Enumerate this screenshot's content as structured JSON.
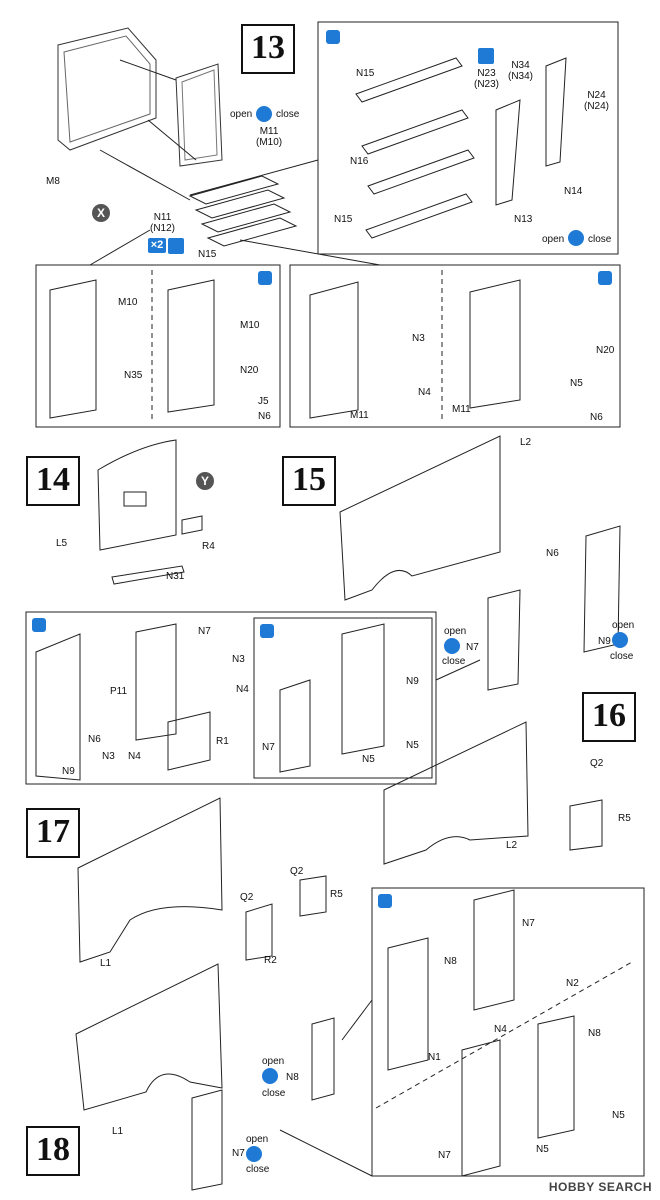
{
  "steps": {
    "s13": "13",
    "s14": "14",
    "s15": "15",
    "s16": "16",
    "s17": "17",
    "s18": "18"
  },
  "markers": {
    "x": "X",
    "y": "Y"
  },
  "labels": {
    "m8": "M8",
    "m11_m10": "M11\n(M10)",
    "n11_n12": "N11\n(N12)",
    "n15_a": "N15",
    "ins_n15_top": "N15",
    "ins_n16": "N16",
    "ins_n15_bot": "N15",
    "ins_n13": "N13",
    "ins_n14": "N14",
    "ins_n23": "N23\n(N23)",
    "ins_n34": "N34\n(N34)",
    "ins_n24": "N24\n(N24)",
    "a_m10": "M10",
    "a_n35": "N35",
    "b_m10": "M10",
    "b_n20": "N20",
    "b_j5": "J5",
    "b_n6": "N6",
    "c_n3": "N3",
    "c_n4": "N4",
    "c_m11": "M11",
    "d_n20": "N20",
    "d_n5": "N5",
    "d_m11": "M11",
    "d_n6": "N6",
    "l5": "L5",
    "r4": "R4",
    "n31": "N31",
    "l2": "L2",
    "n6_15": "N6",
    "n7_15": "N7",
    "n9_15": "N9",
    "p11": "P11",
    "n6_e": "N6",
    "n3_e": "N3",
    "n4_e": "N4",
    "n9_e": "N9",
    "n7_e": "N7",
    "n3_e2": "N3",
    "n4_e2": "N4",
    "r1": "R1",
    "f_n9": "N9",
    "f_n7": "N7",
    "f_n5a": "N5",
    "f_n5b": "N5",
    "q2_16": "Q2",
    "r5_16": "R5",
    "l2_16": "L2",
    "q2_17": "Q2",
    "q2b_17": "Q2",
    "r5_17": "R5",
    "r2_17": "R2",
    "l1_17": "L1",
    "l1_18": "L1",
    "n8_18": "N8",
    "n7_18": "N7",
    "g_n8": "N8",
    "g_n7": "N7",
    "g_n2": "N2",
    "g_n4": "N4",
    "g_n1": "N1",
    "g_n8b": "N8",
    "g_n5": "N5",
    "g_n7b": "N7",
    "g_n5b": "N5"
  },
  "openclose": {
    "open": "open",
    "close": "close"
  },
  "badge": {
    "x2": "×2"
  },
  "footer": "HOBBY SEARCH",
  "icons": [
    "tip-icon",
    "glue-icon",
    "open-close-icon"
  ]
}
